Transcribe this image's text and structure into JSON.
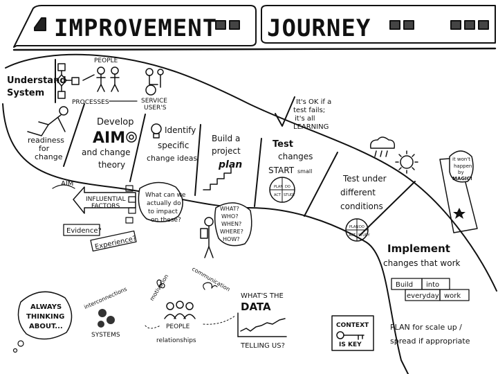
{
  "title": {
    "word1": "IMPROVEMENT",
    "word2": "JOURNEY"
  },
  "stages": [
    {
      "text1": "Understand",
      "text2": "System"
    },
    {
      "text1": "readiness",
      "text2": "for",
      "text3": "change"
    },
    {
      "text1": "Develop",
      "text2": "AIM",
      "text3": "and change",
      "text4": "theory"
    },
    {
      "text1": "Identify",
      "text2": "specific",
      "text3": "change ideas"
    },
    {
      "text1": "Build a",
      "text2": "project",
      "text3": "plan"
    },
    {
      "text1": "Test",
      "text2": "changes",
      "text3": "START",
      "text4": "small"
    },
    {
      "text1": "Test under",
      "text2": "different",
      "text3": "conditions"
    },
    {
      "text1": "Implement",
      "text2": "changes that work"
    }
  ],
  "system": {
    "people": "PEOPLE",
    "processes": "PROCESSES",
    "service_users1": "SERVICE",
    "service_users2": "USER'S"
  },
  "ok_note": {
    "l1": "It's OK if a",
    "l2": "test fails;",
    "l3": "it's all",
    "l4": "LEARNING"
  },
  "magic": {
    "l1": "it won't",
    "l2": "happen",
    "l3": "by",
    "l4": "MAGIC!"
  },
  "pdsa": {
    "p": "PLAN",
    "d": "DO",
    "s": "STUDY",
    "a": "ACT"
  },
  "influence": {
    "aim": "AIM",
    "f1": "INFLUENTIAL",
    "f2": "FACTORS",
    "evidence": "Evidence?",
    "experience": "Experience?",
    "q1": "What can we",
    "q2": "actually do",
    "q3": "to impact",
    "q4": "on these?"
  },
  "questions": {
    "q1": "WHAT?",
    "q2": "WHO?",
    "q3": "WHEN?",
    "q4": "WHERE?",
    "q5": "HOW?"
  },
  "build_work": {
    "w1": "Build",
    "w2": "into",
    "w3": "everyday",
    "w4": "work"
  },
  "always": {
    "l1": "ALWAYS",
    "l2": "THINKING",
    "l3": "ABOUT..."
  },
  "bottom": {
    "interconnections": "interconnections",
    "systems": "SYSTEMS",
    "motivation": "motivation",
    "communication": "communication",
    "people": "PEOPLE",
    "relationships": "relationships"
  },
  "data": {
    "l1": "WHAT'S THE",
    "l2": "DATA",
    "l3": "TELLING US?"
  },
  "context": {
    "l1": "CONTEXT",
    "l2": "IS KEY"
  },
  "plan": {
    "l1": "PLAN for scale up /",
    "l2": "spread if appropriate"
  }
}
